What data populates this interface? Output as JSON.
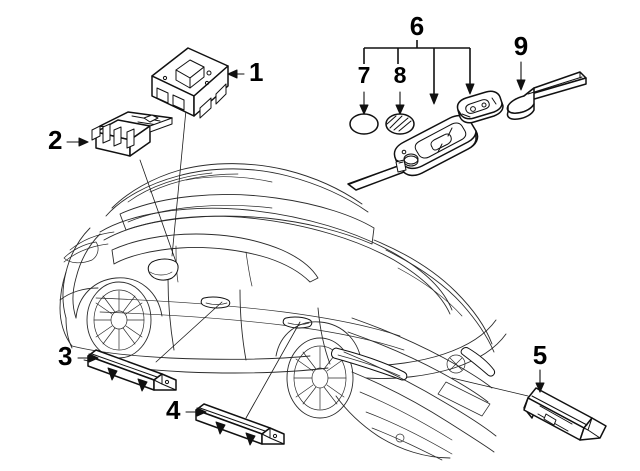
{
  "diagram": {
    "title": "Keyless Entry System Parts Diagram",
    "background_color": "#ffffff",
    "line_color": "#1a1a1a",
    "vehicle": {
      "name": "sedan-three-quarter-rear-view",
      "description": "Line drawing of a four-door sedan viewed from the rear three-quarter angle"
    },
    "callouts": [
      {
        "id": "1",
        "label": "1",
        "part": "control-module",
        "description": "Keyless entry control module",
        "arrow_direction": "left"
      },
      {
        "id": "2",
        "label": "2",
        "part": "antenna-bracket",
        "description": "Interior antenna bracket assembly",
        "arrow_direction": "right"
      },
      {
        "id": "3",
        "label": "3",
        "part": "antenna-bar-front",
        "description": "Front interior antenna bar",
        "arrow_direction": "right"
      },
      {
        "id": "4",
        "label": "4",
        "part": "antenna-bar-rear",
        "description": "Rear interior antenna bar",
        "arrow_direction": "right"
      },
      {
        "id": "5",
        "label": "5",
        "part": "bumper-antenna",
        "description": "Rear bumper antenna module",
        "arrow_direction": "down"
      },
      {
        "id": "6",
        "label": "6",
        "part": "key-fob-assembly",
        "description": "Complete remote key fob assembly",
        "arrow_direction": "down",
        "is_bracket_group": true,
        "group_members": [
          "7",
          "8",
          "9"
        ]
      },
      {
        "id": "7",
        "label": "7",
        "part": "battery-cover",
        "description": "Key fob battery cover cap",
        "arrow_direction": "down"
      },
      {
        "id": "8",
        "label": "8",
        "part": "coin-battery",
        "description": "Coin cell battery",
        "arrow_direction": "down"
      },
      {
        "id": "9",
        "label": "9",
        "part": "emergency-key-blade",
        "description": "Emergency key blade insert",
        "arrow_direction": "down"
      }
    ]
  }
}
